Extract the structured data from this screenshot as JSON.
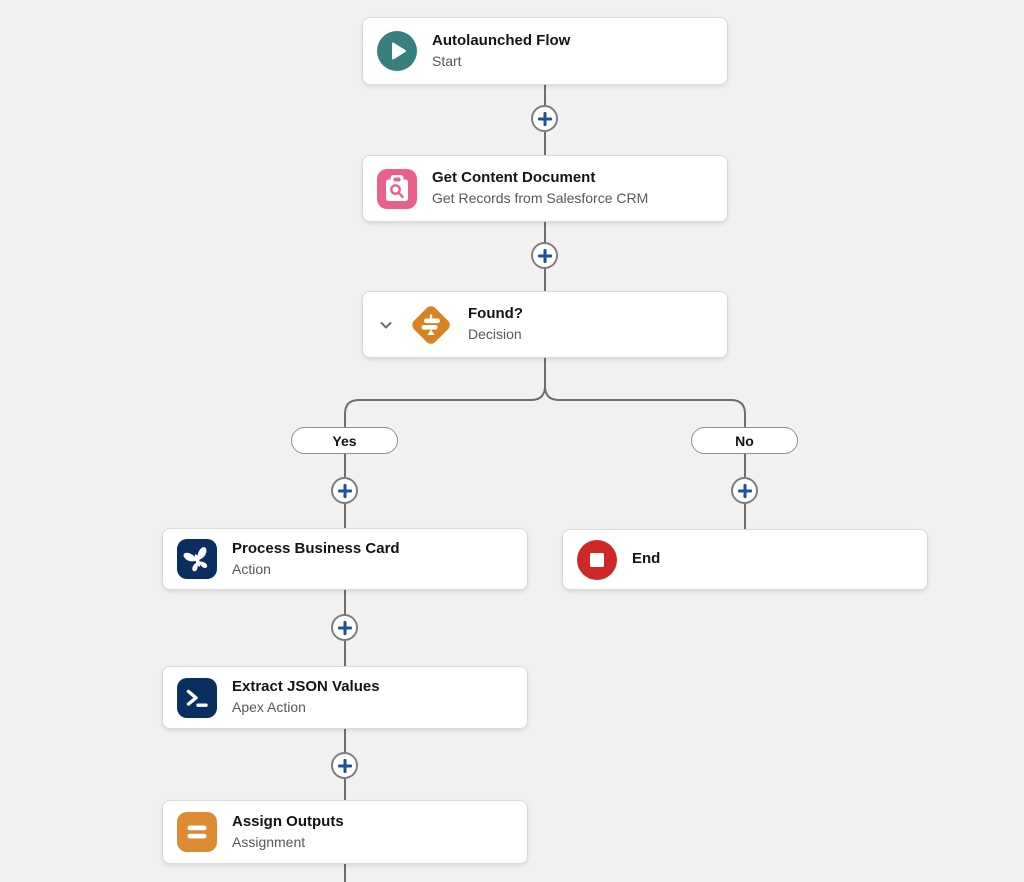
{
  "flow": {
    "start": {
      "title": "Autolaunched Flow",
      "subtitle": "Start"
    },
    "get_records": {
      "title": "Get Content Document",
      "subtitle": "Get Records from Salesforce CRM"
    },
    "decision": {
      "title": "Found?",
      "subtitle": "Decision",
      "yes_label": "Yes",
      "no_label": "No"
    },
    "action": {
      "title": "Process Business Card",
      "subtitle": "Action"
    },
    "end": {
      "title": "End"
    },
    "apex": {
      "title": "Extract JSON Values",
      "subtitle": "Apex Action"
    },
    "assignment": {
      "title": "Assign Outputs",
      "subtitle": "Assignment"
    }
  },
  "icons": {
    "start": "play-circle-icon",
    "get_records": "record-lookup-clipboard-icon",
    "decision": "decision-signpost-diamond-icon",
    "action": "einstein-butterfly-icon",
    "end": "stop-square-icon",
    "apex": "apex-terminal-icon",
    "assignment": "assignment-equals-icon",
    "connector": "add-node-plus-icon",
    "collapse": "chevron-down-icon"
  },
  "colors": {
    "canvas_background": "#f2f1f0",
    "connector_line": "#6e6e6e",
    "plus_blue": "#1b5297",
    "start_teal": "#36807e",
    "lookup_pink": "#e9608a",
    "decision_orange": "#d9821f",
    "action_navy": "#0b2e61",
    "end_red": "#ce2927",
    "assignment_orange": "#dd8b33"
  }
}
